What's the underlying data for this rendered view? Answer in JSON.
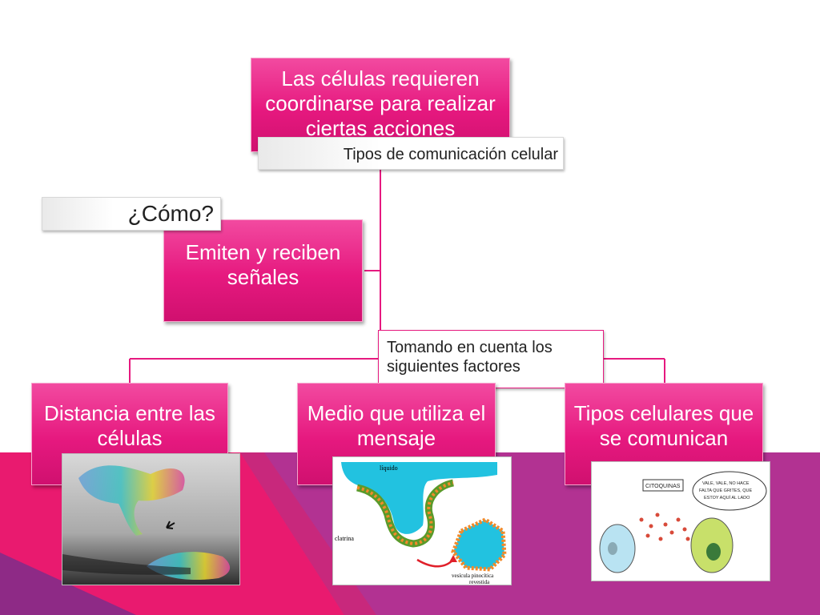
{
  "slide": {
    "root": "Las células requieren coordinarse para realizar ciertas acciones",
    "root_tag": "Tipos de comunicación celular",
    "middle": "Emiten y reciben señales",
    "middle_tag": "¿Cómo?",
    "factors_tag": "Tomando en cuenta los siguientes factores",
    "children": [
      {
        "label": "Distancia entre las células"
      },
      {
        "label": "Medio que utiliza el mensaje"
      },
      {
        "label": "Tipos celulares que se comunican"
      }
    ],
    "fig_medium": {
      "liquid": "líquido",
      "clathrin": "clatrina",
      "vesicle_1": "vesícula pinocítica",
      "vesicle_2": "revestida"
    },
    "fig_cells": {
      "cytokines": "CITOQUINAS",
      "bubble_1": "VALE, VALE, NO HACE",
      "bubble_2": "FALTA QUE GRITES, QUE",
      "bubble_3": "ESTOY AQUÍ AL LADO"
    }
  },
  "colors": {
    "box": "#e6197f",
    "band_left": "#e8186f",
    "band_right": "#b2318f",
    "connector": "#e6197f"
  }
}
